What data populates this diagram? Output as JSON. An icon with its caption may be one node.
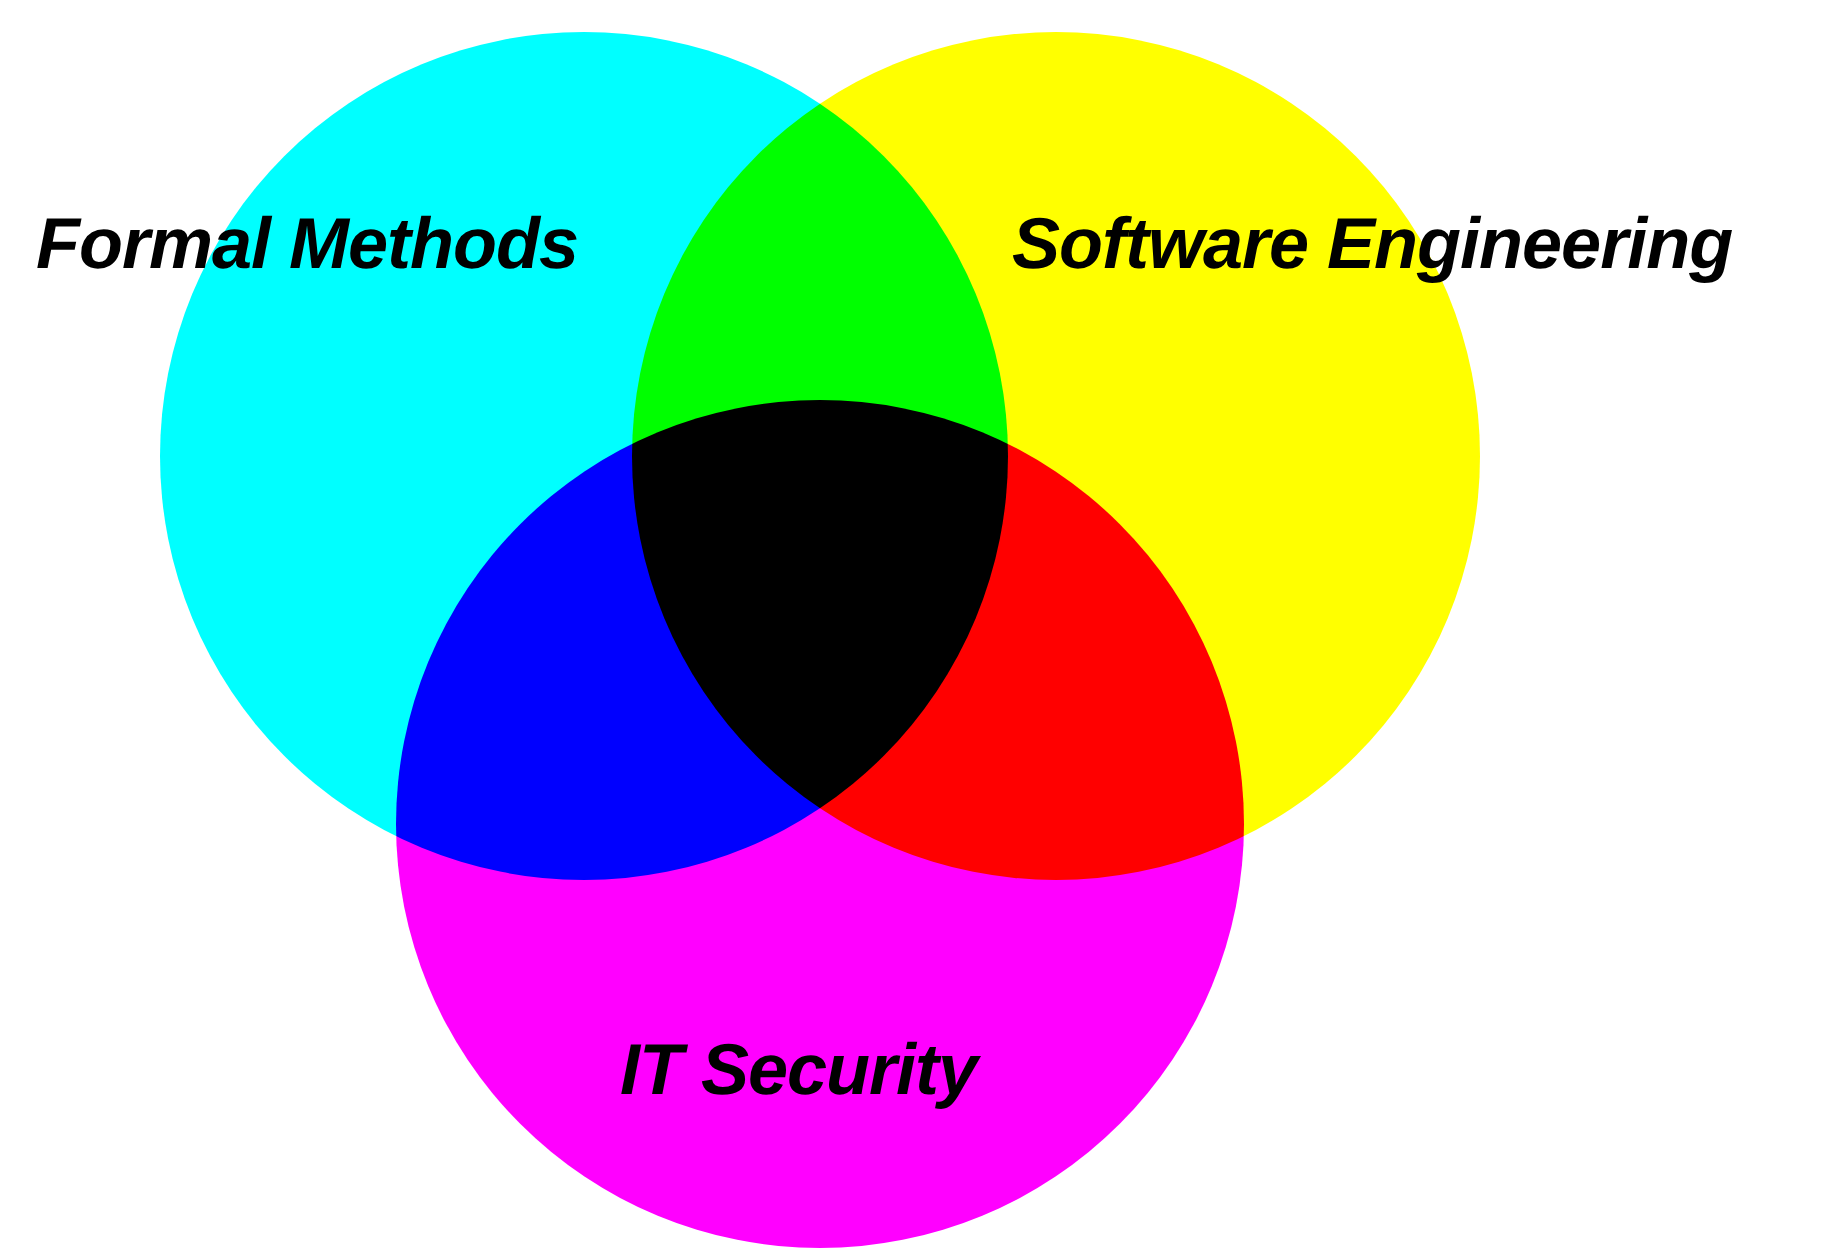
{
  "diagram": {
    "nodes": [
      {
        "text": [
          "Formal Methods"
        ]
      },
      {
        "text": [
          "Software Engineering"
        ]
      },
      {
        "text": [
          "IT Security"
        ]
      }
    ]
  }
}
